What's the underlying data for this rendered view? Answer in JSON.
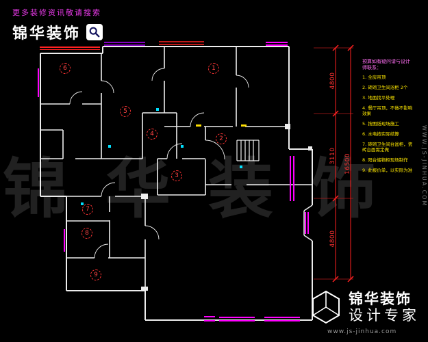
{
  "header": {
    "tagline": "更多装修资讯敬请搜索",
    "brand": "锦华装饰"
  },
  "watermark": "锦华装饰",
  "plan": {
    "markers": [
      {
        "label": "1"
      },
      {
        "label": "2"
      },
      {
        "label": "3"
      },
      {
        "label": "4"
      },
      {
        "label": "5"
      },
      {
        "label": "6"
      },
      {
        "label": "7"
      },
      {
        "label": "8"
      },
      {
        "label": "9"
      }
    ]
  },
  "dimensions": {
    "segments": [
      "4800",
      "3110",
      "4800"
    ],
    "total": "16500"
  },
  "notes": {
    "title": "预算如有疑问请与设计师联系：",
    "items": [
      "1. 全房吊顶",
      "2. 砖砌卫生间浴柜 2个",
      "3. 地面找平处理",
      "4. 餐厅吊顶，不做不影响效果",
      "5. 按图纸现场施工",
      "6. 水电按实际结算",
      "7. 砖砌卫生间台盆柜，瓷砖台面需定做",
      "8. 阳台储物柜现场制作",
      "9. 此报价单，以实际为准"
    ]
  },
  "footer": {
    "brand": "锦华装饰",
    "subtitle": "设计专家",
    "website": "www.js-jinhua.com",
    "side_website": "WWW.JS-JINHUA.COM"
  }
}
